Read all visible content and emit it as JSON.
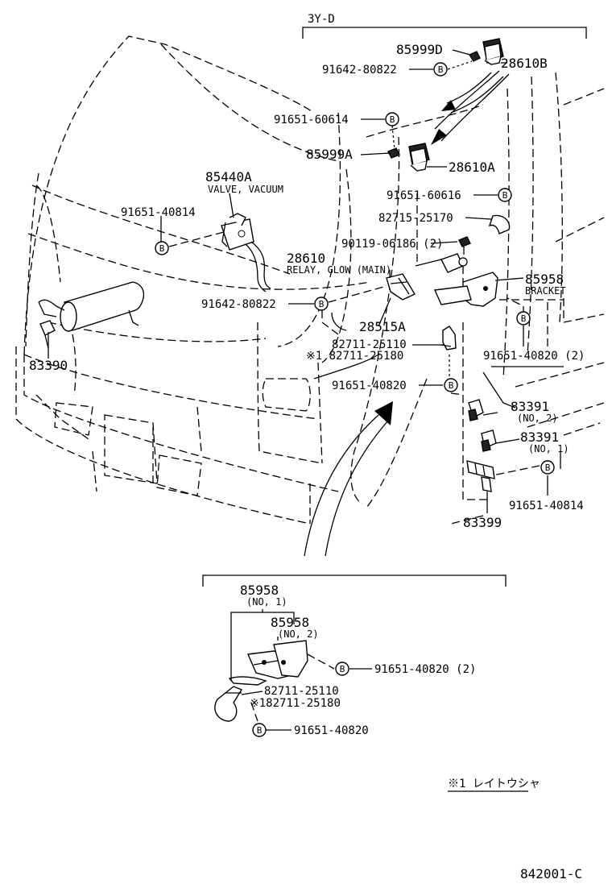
{
  "engine_code": "3Y-D",
  "parts": {
    "p85999D": "85999D",
    "p91642_80822_top": "91642-80822",
    "p28610B": "28610B",
    "p91651_60614": "91651-60614",
    "p85999A": "85999A",
    "p28610A": "28610A",
    "p85440A": "85440A",
    "p85440A_desc": "VALVE, VACUUM",
    "p91651_60616": "91651-60616",
    "p91651_40814_left": "91651-40814",
    "p82715_25170": "82715-25170",
    "p90119_06186": "90119-06186 (2)",
    "p28610": "28610",
    "p28610_desc": "RELAY, GLOW (MAIN)",
    "p85958": "85958",
    "p85958_desc": "BRACKET",
    "p91642_80822_mid": "91642-80822",
    "p28515A": "28515A",
    "p82711_25110": "82711-25110",
    "p82711_25180": "※1 82711-25180",
    "p91651_40820_2": "91651-40820 (2)",
    "p83390": "83390",
    "p91651_40820": "91651-40820",
    "p83391_no2": "83391",
    "p83391_no2_desc": "(NO, 2)",
    "p83391_no1": "83391",
    "p83391_no1_desc": "(NO, 1)",
    "p91651_40814_right": "91651-40814",
    "p83399": "83399"
  },
  "inset": {
    "p85958_no1": "85958",
    "p85958_no1_desc": "(NO, 1)",
    "p85958_no2": "85958",
    "p85958_no2_desc": "(NO, 2)",
    "p91651_40820_2": "91651-40820 (2)",
    "p82711_25110": "82711-25110",
    "p82711_25180": "※182711-25180",
    "p91651_40820": "91651-40820"
  },
  "bolt_mark": "B",
  "note": "※1 レイトウシャ",
  "diagram_code": "842001-C"
}
